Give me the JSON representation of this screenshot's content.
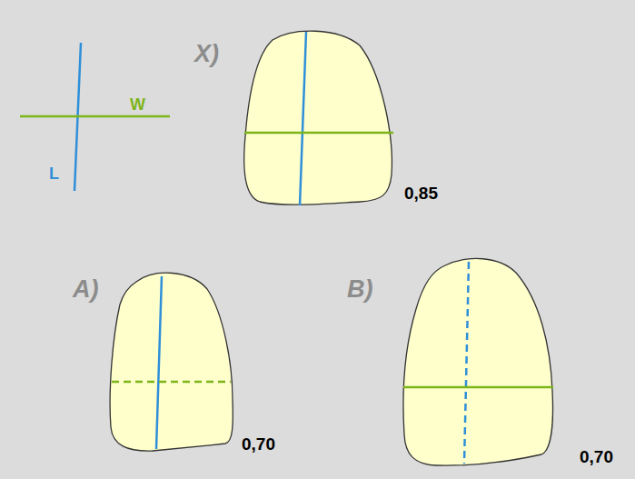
{
  "diagram": {
    "labels": [
      "X)",
      "0,85",
      "A)",
      "0,70",
      "B)",
      "0,70"
    ],
    "legend": [
      {
        "text": "W"
      },
      {
        "text": "L"
      }
    ]
  }
}
